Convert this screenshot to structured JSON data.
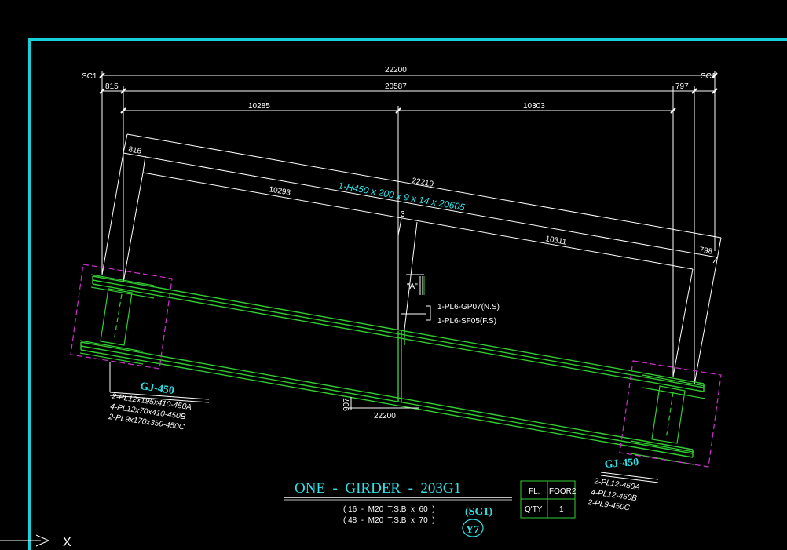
{
  "colors": {
    "background": "#000000",
    "frame": "#19d2d9",
    "dimension": "#ffffff",
    "dimension_text": "#ffff66",
    "beam": "#33cc33",
    "note": "#ffff66",
    "title": "#33e0e6",
    "connection_box": "#cc33cc"
  },
  "dimensions": {
    "left_support": "SC1",
    "right_support": "SC1",
    "overall": "22200",
    "left_offset": "815",
    "center_span": "20587",
    "right_offset": "797",
    "left_half": "10285",
    "right_half": "10303",
    "slope_left_offset": "816",
    "slope_overall": "22219",
    "slope_left_half": "10293",
    "slope_right_half": "10311",
    "slope_right_offset": "798",
    "center_mark": "3",
    "rise": "907",
    "base": "22200"
  },
  "member": {
    "label": "1-H450 x 200 x 9 x 14 x 20605"
  },
  "stiffener": {
    "callout": "\"A\"",
    "note1": "1-PL6-GP07(N.S)",
    "note2": "1-PL6-SF05(F.S)"
  },
  "left_connection": {
    "label": "GJ-450",
    "line1": "2-PL12x195x410-450A",
    "line2": "4-PL12x70x410-450B",
    "line3": "2-PL9x170x350-450C"
  },
  "right_connection": {
    "label": "GJ-450",
    "line1": "2-PL12-450A",
    "line2": "4-PL12-450B",
    "line3": "2-PL9-450C"
  },
  "title_block": {
    "title": "ONE  -  GIRDER  -  203G1",
    "bolts1": "( 16  -  M20  T.S.B  x  60  )",
    "bolts2": "( 48  -  M20  T.S.B  x  70  )",
    "mark": "(SG1)",
    "circle_mark": "Y7",
    "table_h1": "FL.",
    "table_h2": "FOOR2",
    "table_r1": "Q'TY",
    "table_r2": "1"
  },
  "ucs": {
    "x_axis": "X"
  }
}
